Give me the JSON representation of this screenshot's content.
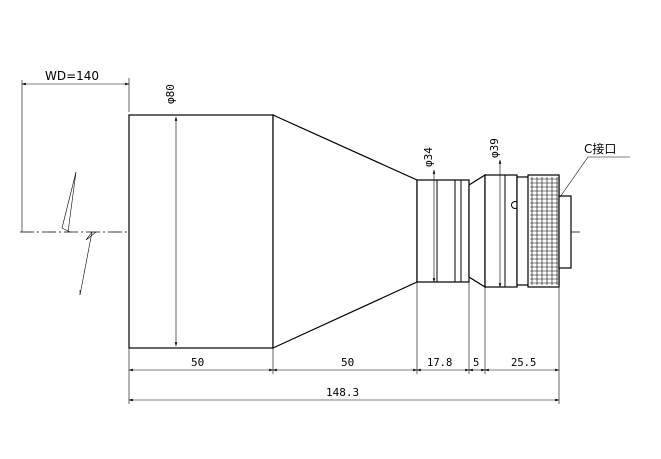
{
  "labels": {
    "wd": "WD=140",
    "dia_front": "φ80",
    "dia_mid": "φ34",
    "dia_ring": "φ39",
    "mount": "C接口"
  },
  "dimensions": {
    "front_len": "50",
    "cone_len": "50",
    "barrel_len": "17.8",
    "gap_len": "5",
    "mount_len": "25.5",
    "total_len": "148.3"
  }
}
